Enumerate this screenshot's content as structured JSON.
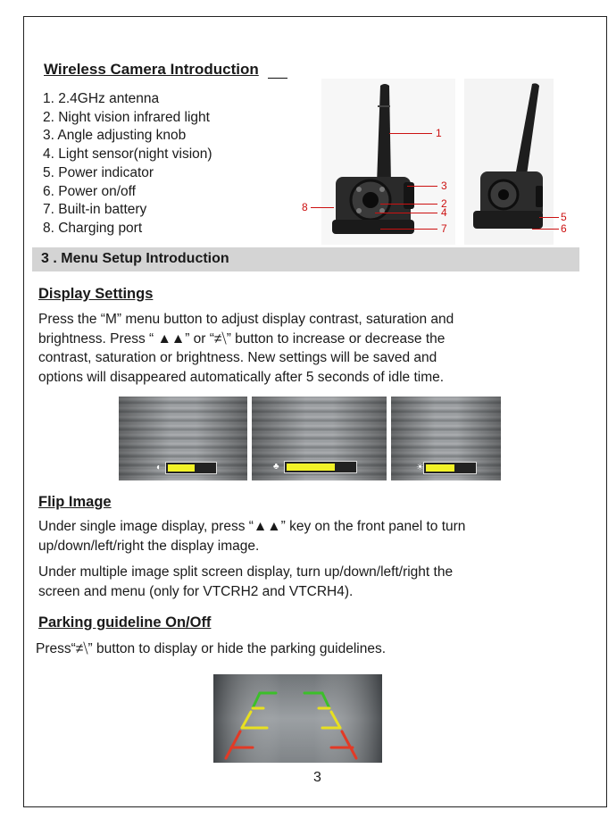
{
  "intro": {
    "title": "Wireless Camera Introduction",
    "items": [
      "1. 2.4GHz antenna",
      "2. Night vision infrared light",
      "3. Angle adjusting knob",
      "4. Light sensor(night vision)",
      "5. Power indicator",
      "6. Power on/off",
      "7. Built-in battery",
      "8. Charging port"
    ],
    "callouts": [
      "1",
      "2",
      "3",
      "4",
      "5",
      "6",
      "7",
      "8"
    ]
  },
  "section": {
    "title": "3 . Menu Setup Introduction"
  },
  "display": {
    "title": "Display Settings",
    "lines": [
      "Press the “M” menu button to adjust display contrast, saturation and",
      "brightness. Press “ ▲▲” or “≠⧹” button to increase or decrease the",
      "contrast, saturation or brightness. New settings will be saved and",
      "options will disappeared automatically after 5 seconds of idle time."
    ],
    "osd_levels": [
      0.6,
      0.72,
      0.62
    ]
  },
  "flip": {
    "title": "Flip Image",
    "lines": [
      "Under single image display, press “▲▲” key on the front panel to turn",
      "up/down/left/right the display image."
    ],
    "lines2": [
      "Under multiple image split screen display, turn up/down/left/right the",
      "screen and menu (only for VTCRH2 and VTCRH4)."
    ]
  },
  "parking": {
    "title": "Parking guideline On/Off",
    "line": "Press“≠⧹” button to display or hide the parking guidelines."
  },
  "page_number": "3",
  "colors": {
    "callout": "#cc1111",
    "section_bar": "#d4d4d4",
    "osd_fill": "#f2f227"
  }
}
